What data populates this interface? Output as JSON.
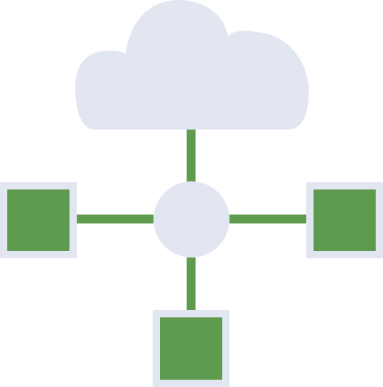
{
  "diagram": {
    "icon": "cloud-network-icon",
    "colors": {
      "background": "#ffffff",
      "cloud": "#e1e6f1",
      "hub": "#e1e6f1",
      "node_border": "#e1e6f1",
      "node_fill": "#5e9b4f",
      "connector": "#5e9b4f"
    },
    "nodes": [
      {
        "name": "left",
        "icon": "square-node-icon"
      },
      {
        "name": "right",
        "icon": "square-node-icon"
      },
      {
        "name": "bottom",
        "icon": "square-node-icon"
      }
    ]
  }
}
